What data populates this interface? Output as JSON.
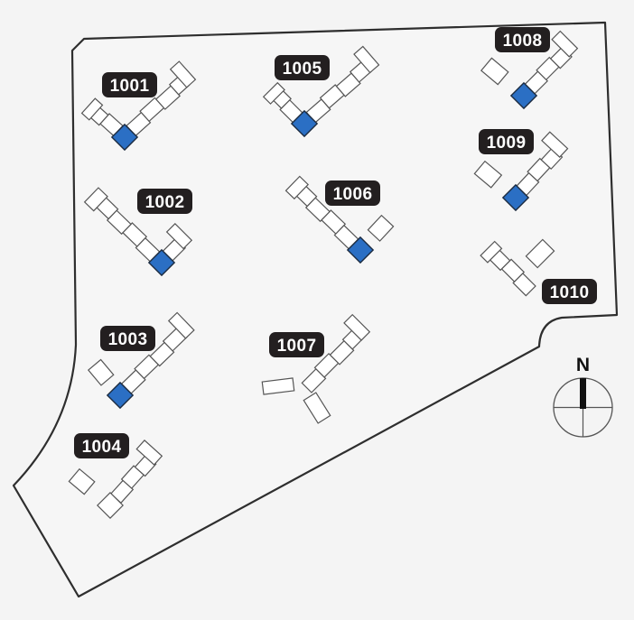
{
  "site_plan": {
    "buildings": [
      {
        "label": "1001",
        "has_highlighted_unit": true
      },
      {
        "label": "1002",
        "has_highlighted_unit": true
      },
      {
        "label": "1003",
        "has_highlighted_unit": true
      },
      {
        "label": "1004",
        "has_highlighted_unit": false
      },
      {
        "label": "1005",
        "has_highlighted_unit": true
      },
      {
        "label": "1006",
        "has_highlighted_unit": true
      },
      {
        "label": "1007",
        "has_highlighted_unit": false
      },
      {
        "label": "1008",
        "has_highlighted_unit": true
      },
      {
        "label": "1009",
        "has_highlighted_unit": true
      },
      {
        "label": "1010",
        "has_highlighted_unit": false
      }
    ],
    "compass": {
      "north_label": "N",
      "icon": "north-compass-icon"
    }
  },
  "colors": {
    "background": "#f4f4f4",
    "site_fill": "#f6f6f6",
    "boundary_line": "#2e2e2e",
    "building_fill": "#ffffff",
    "building_outline": "#555555",
    "highlighted_unit": "#2b6fc4",
    "highlighted_unit_outline": "#1b2b40",
    "label_background": "#231f20",
    "label_text": "#ffffff"
  }
}
